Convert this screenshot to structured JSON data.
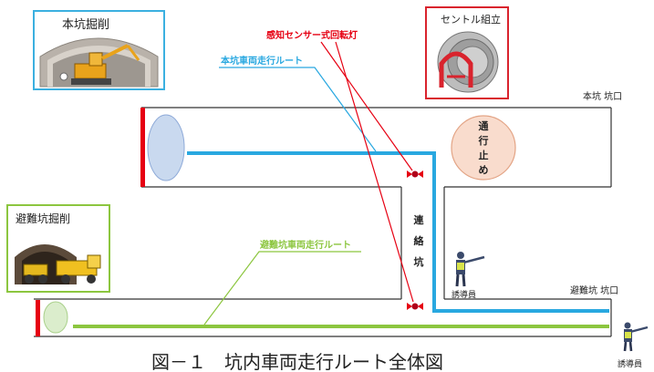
{
  "caption": "図－１　坑内車両走行ルート全体図",
  "main_tunnel": {
    "portal_label": "本坑 坑口",
    "route_label": "本坑車両走行ルート"
  },
  "excavation_box": {
    "title": "本坑掘削"
  },
  "centle_box": {
    "title": "セントル組立"
  },
  "sensor_label": "感知センサー式回転灯",
  "closed_sign": {
    "chars": [
      "通",
      "行",
      "止",
      "め"
    ]
  },
  "connecting_tunnel": {
    "chars": [
      "連",
      "絡",
      "坑"
    ]
  },
  "evac_tunnel": {
    "portal_label": "避難坑 坑口",
    "route_label": "避難坑車両走行ルート"
  },
  "evac_box": {
    "title": "避難坑掘削"
  },
  "guides": [
    {
      "label": "誘導員"
    },
    {
      "label": "誘導員"
    }
  ],
  "colors": {
    "main_route": "#29a8e0",
    "evac_route": "#8cc63f",
    "sensor": "#e60012",
    "excavation_border": "#3bb0e0",
    "centle_border": "#d9232d",
    "evac_border": "#8cc63f",
    "portal_bar": "#e60012"
  }
}
